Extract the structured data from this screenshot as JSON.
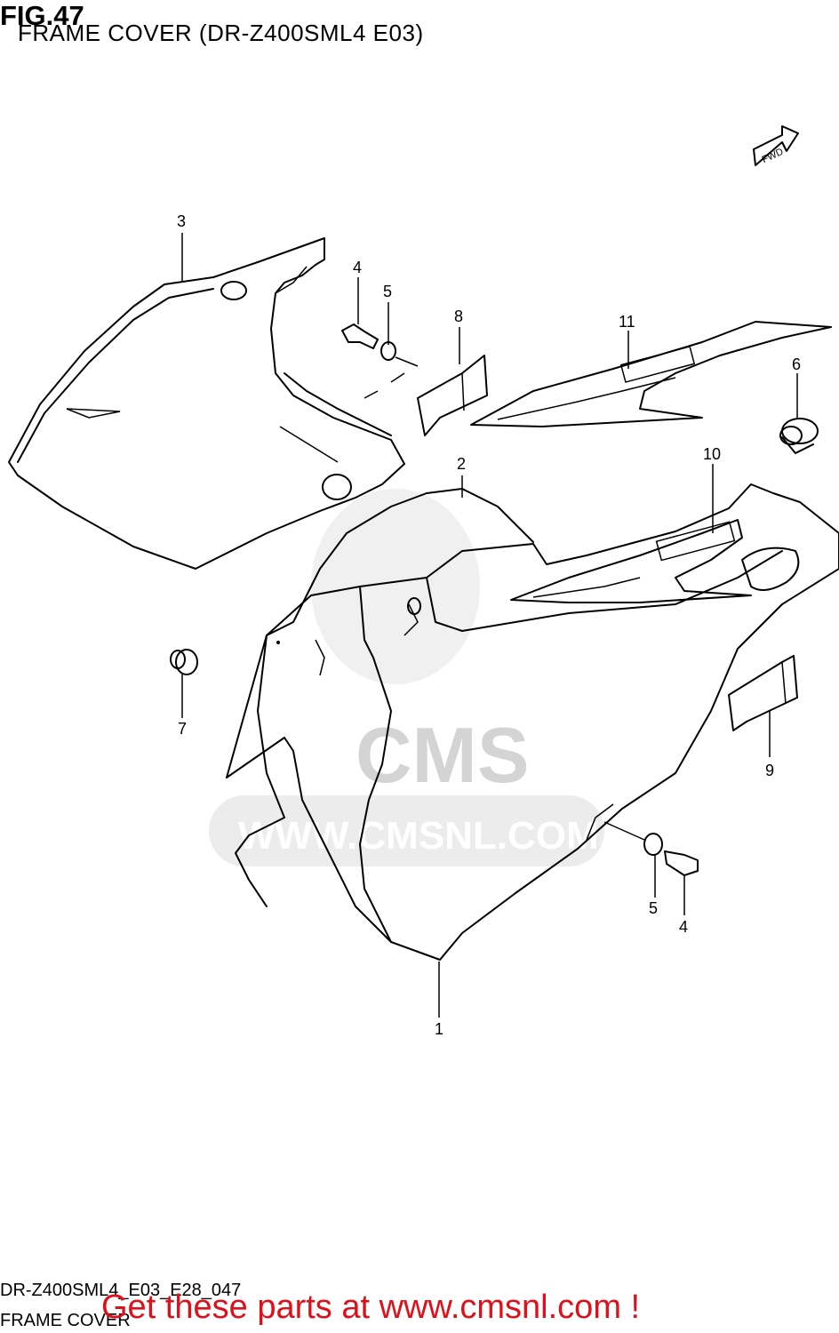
{
  "figure": {
    "number": "FIG.47",
    "title": "FRAME COVER (DR-Z400SML4 E03)",
    "fwd_label": "FWD"
  },
  "footer": {
    "code": "DR-Z400SML4_E03_E28_047",
    "name": "FRAME COVER",
    "promo": "Get these parts at www.cmsnl.com !"
  },
  "watermark": {
    "brand": "CMS",
    "url": "WWW.CMSNL.COM"
  },
  "callouts": {
    "c1": "1",
    "c2": "2",
    "c3": "3",
    "c4a": "4",
    "c4b": "4",
    "c5a": "5",
    "c5b": "5",
    "c6": "6",
    "c7": "7",
    "c8": "8",
    "c9": "9",
    "c10": "10",
    "c11": "11"
  },
  "colors": {
    "line": "#000000",
    "promo": "#e0101a",
    "watermark": "#d4d4d4"
  }
}
